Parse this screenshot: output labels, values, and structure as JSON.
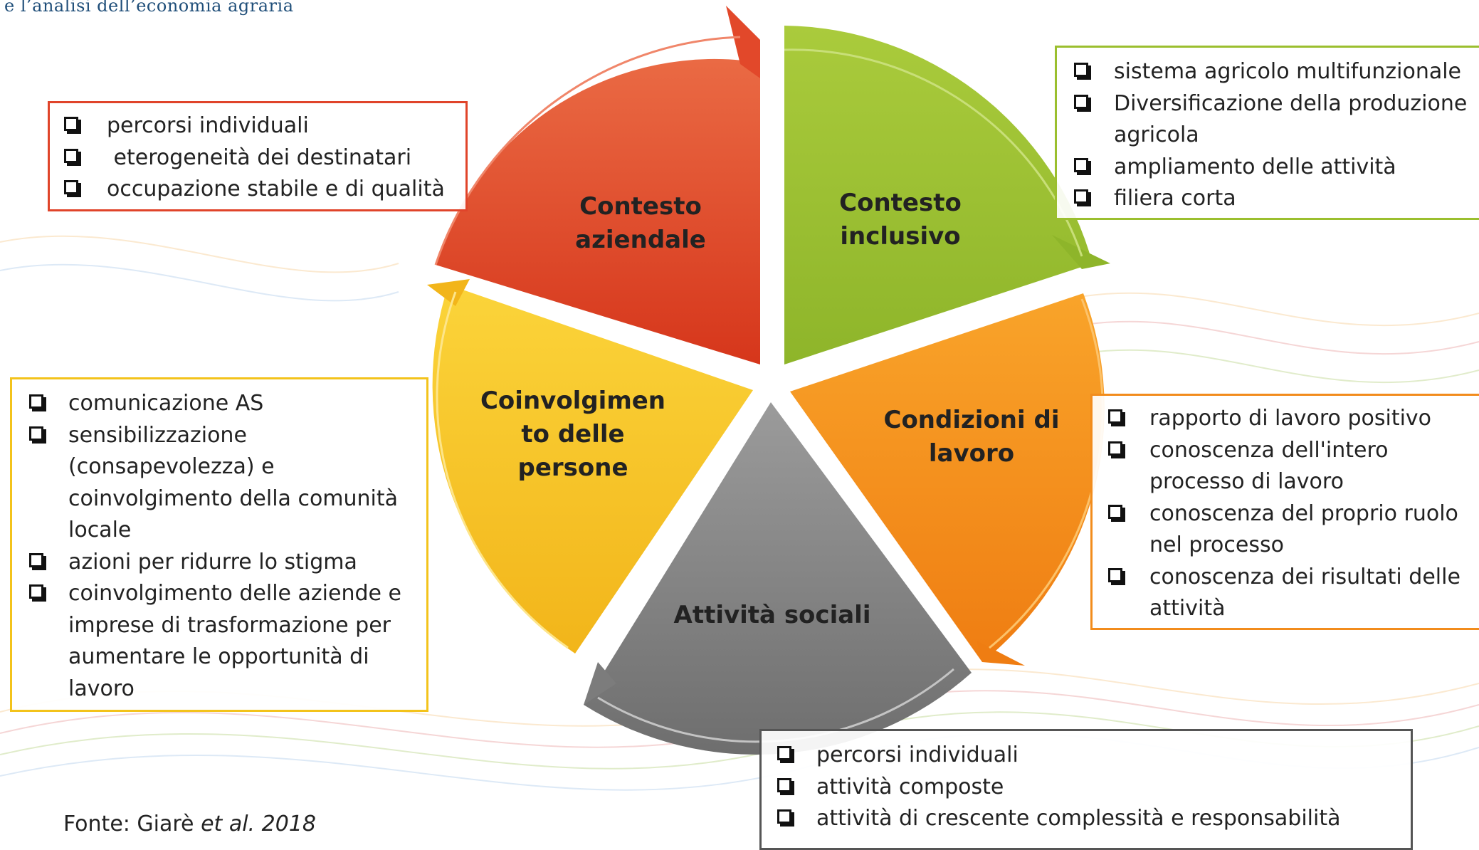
{
  "header": {
    "text": "e l’analisi dell’economia agraria"
  },
  "colors": {
    "aziendale": "#e0442a",
    "inclusivo": "#9bbf2e",
    "lavoro": "#f28c1c",
    "sociali": "#8a8a8a",
    "persone": "#f3c31b"
  },
  "segments": {
    "aziendale": {
      "label_line1": "Contesto",
      "label_line2": "aziendale"
    },
    "inclusivo": {
      "label_line1": "Contesto",
      "label_line2": "inclusivo"
    },
    "lavoro": {
      "label_line1": "Condizioni di",
      "label_line2": "lavoro"
    },
    "sociali": {
      "label_line1": "Attività sociali"
    },
    "persone": {
      "label_line1": "Coinvolgimen",
      "label_line2": "to delle",
      "label_line3": "persone"
    }
  },
  "boxes": {
    "aziendale": {
      "items": [
        "percorsi individuali",
        " eterogeneità dei destinatari",
        "occupazione stabile e di qualità"
      ]
    },
    "inclusivo": {
      "items": [
        "sistema agricolo multifunzionale",
        "Diversificazione della produzione agricola",
        "ampliamento delle attività",
        "filiera corta"
      ]
    },
    "lavoro": {
      "items": [
        "rapporto di lavoro positivo",
        "conoscenza dell'intero processo di lavoro",
        "conoscenza del proprio ruolo nel processo",
        "conoscenza dei risultati delle attività"
      ]
    },
    "sociali": {
      "items": [
        "percorsi individuali",
        "attività composte",
        "attività di crescente complessità e responsabilità"
      ]
    },
    "persone": {
      "items": [
        "comunicazione AS",
        "sensibilizzazione (consapevolezza) e coinvolgimento della comunità locale",
        "azioni per ridurre lo stigma",
        "coinvolgimento delle aziende e imprese di trasformazione per aumentare le opportunità di lavoro"
      ]
    }
  },
  "source": {
    "prefix": "Fonte: Giarè ",
    "italic": "et al. 2018"
  }
}
